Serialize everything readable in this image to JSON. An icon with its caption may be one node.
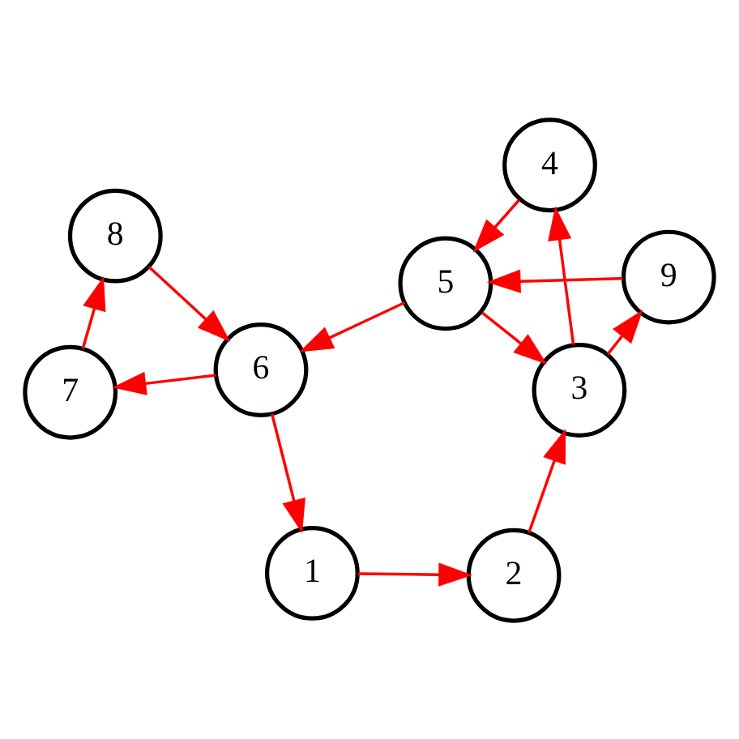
{
  "diagram": {
    "nodes": [
      {
        "text": [
          "7"
        ]
      },
      {
        "text": [
          "8"
        ]
      },
      {
        "text": [
          "6"
        ]
      },
      {
        "text": [
          "5"
        ]
      },
      {
        "text": [
          "9"
        ]
      },
      {
        "text": [
          "4"
        ]
      },
      {
        "text": [
          "1"
        ]
      },
      {
        "text": [
          "3"
        ]
      },
      {
        "text": [
          "2"
        ]
      }
    ],
    "edges": [
      {
        "from": 0,
        "to": 1,
        "arrow": "to"
      },
      {
        "from": 1,
        "to": 2,
        "arrow": "to"
      },
      {
        "from": 2,
        "to": 0,
        "arrow": "to"
      },
      {
        "from": 3,
        "to": 2,
        "arrow": "to"
      },
      {
        "from": 2,
        "to": 6,
        "arrow": "to"
      },
      {
        "from": 6,
        "to": 8,
        "arrow": "to"
      },
      {
        "from": 8,
        "to": 7,
        "arrow": "to"
      },
      {
        "from": 7,
        "to": 4,
        "arrow": "to"
      },
      {
        "from": 4,
        "to": 3,
        "arrow": "to"
      },
      {
        "from": 3,
        "to": 7,
        "arrow": "to"
      },
      {
        "from": 7,
        "to": 5,
        "arrow": "to"
      },
      {
        "from": 5,
        "to": 3,
        "arrow": "to"
      }
    ]
  }
}
